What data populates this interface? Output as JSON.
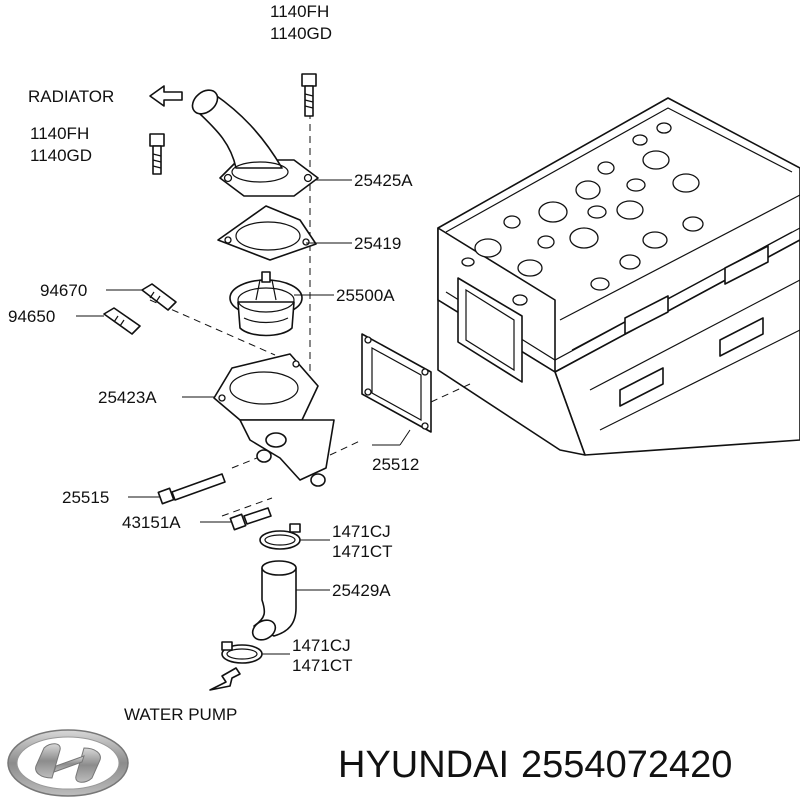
{
  "labels": {
    "bolt_top": [
      "1140FH",
      "1140GD"
    ],
    "radiator": "RADIATOR",
    "bolt_left": [
      "1140FH",
      "1140GD"
    ],
    "outlet_fitting": "25425A",
    "gasket_upper": "25419",
    "thermostat": "25500A",
    "sensor_a": "94670",
    "sensor_b": "94650",
    "housing": "25423A",
    "gasket_flange": "25512",
    "bolt_long": "25515",
    "bolt_short": "43151A",
    "clamp_upper": [
      "1471CJ",
      "1471CT"
    ],
    "hose": "25429A",
    "clamp_lower": [
      "1471CJ",
      "1471CT"
    ],
    "water_pump": "WATER PUMP"
  },
  "brand": {
    "name": "HYUNDAI",
    "part_number": "2554072420"
  },
  "icons": [
    "hyundai-logo",
    "arrow-to-radiator-icon",
    "arrow-to-water-pump-icon"
  ],
  "colors": {
    "line": "#111111",
    "background": "#ffffff",
    "logo": "#9a9a9a"
  }
}
